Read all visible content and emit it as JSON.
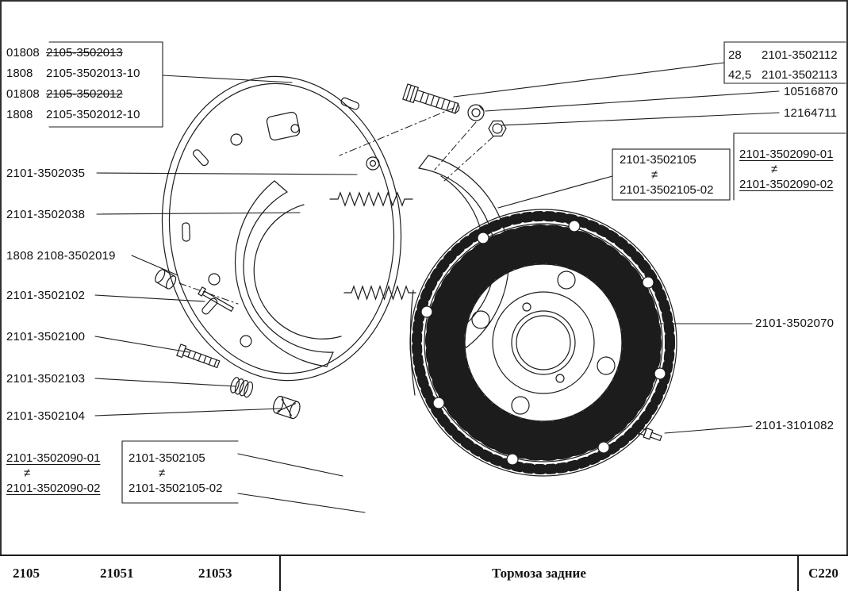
{
  "top_left_block": {
    "rows": [
      {
        "qty": "01808",
        "part": "2105-3502013"
      },
      {
        "qty": "1808",
        "part": "2105-3502013-10"
      },
      {
        "qty": "01808",
        "part": "2105-3502012"
      },
      {
        "qty": "1808",
        "part": "2105-3502012-10"
      }
    ]
  },
  "left_labels": [
    "2101-3502035",
    "2101-3502038",
    "1808 2108-3502019",
    "2101-3502102",
    "2101-3502100",
    "2101-3502103",
    "2101-3502104"
  ],
  "alt_090_left": {
    "a": "2101-3502090-01",
    "neq": "≠",
    "b": "2101-3502090-02"
  },
  "box_105_left": {
    "a": "2101-3502105",
    "neq": "≠",
    "b": "2101-3502105-02"
  },
  "top_right_block": {
    "rows": [
      {
        "qty": "28",
        "part": "2101-3502112"
      },
      {
        "qty": "42,5",
        "part": "2101-3502113"
      }
    ]
  },
  "right_labels": {
    "washer": "10516870",
    "nut": "12164711",
    "drum": "2101-3502070",
    "bleeder": "2101-3101082"
  },
  "box_105_right": {
    "a": "2101-3502105",
    "neq": "≠",
    "b": "2101-3502105-02"
  },
  "box_090_right": {
    "a": "2101-3502090-01",
    "neq": "≠",
    "b": "2101-3502090-02"
  },
  "footer": {
    "models": [
      "2105",
      "21051",
      "21053"
    ],
    "title": "Тормоза задние",
    "code": "C220"
  }
}
